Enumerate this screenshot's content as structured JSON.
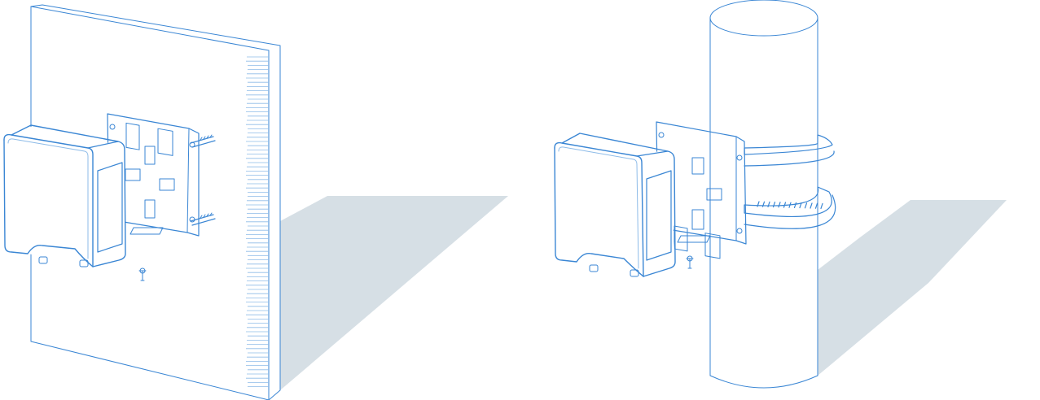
{
  "figure": {
    "panels": [
      {
        "id": "wall-mount",
        "mount_surface": "wall"
      },
      {
        "id": "pole-mount",
        "mount_surface": "pole"
      }
    ]
  },
  "colors": {
    "background": "#ffffff",
    "line": "#3a86d4",
    "line_light": "#8dbbe8",
    "shadow": "#d6dfe5",
    "fill": "#ffffff"
  },
  "icons": [
    "wall-icon",
    "pole-icon",
    "mounting-bracket-icon",
    "device-enclosure-icon",
    "hose-clamp-icon",
    "screw-anchor-icon"
  ]
}
